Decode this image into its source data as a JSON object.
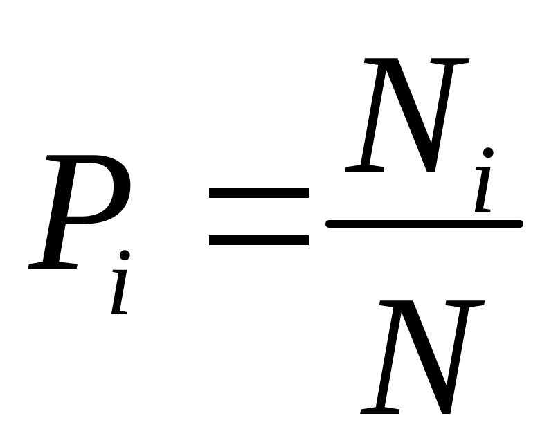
{
  "formula": {
    "lhs": {
      "symbol": "P",
      "subscript": "i"
    },
    "operator": "=",
    "numerator": {
      "symbol": "N",
      "subscript": "i"
    },
    "denominator": {
      "symbol": "N"
    }
  }
}
